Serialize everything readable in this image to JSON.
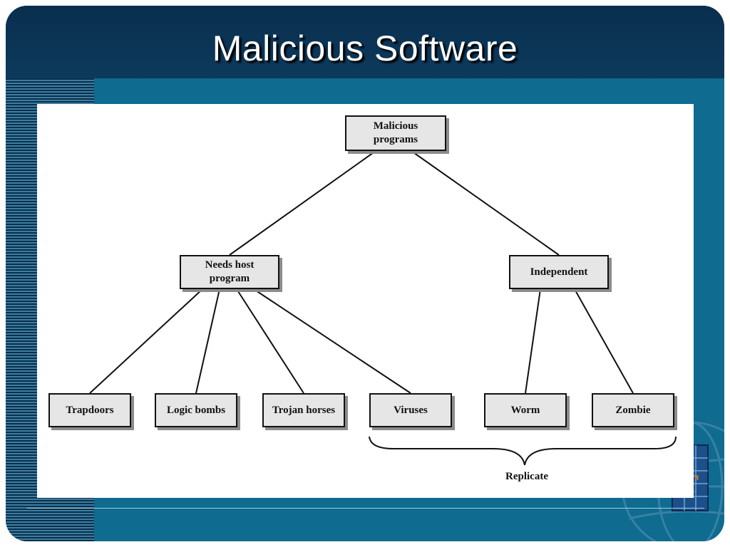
{
  "slide": {
    "title": "Malicious Software",
    "colors": {
      "header": "#0a2e4e",
      "background": "#0f6b8f",
      "stripe_dark": "#0a2f4d",
      "stripe_light": "#3d7ea0",
      "node_fill": "#e6e6e6",
      "logo_letter": "#e07a10"
    },
    "logo_letter": "T"
  },
  "diagram": {
    "root": {
      "label": "Malicious\nprograms"
    },
    "categories": [
      {
        "label": "Needs host\nprogram"
      },
      {
        "label": "Independent"
      }
    ],
    "leaves": [
      {
        "label": "Trapdoors"
      },
      {
        "label": "Logic bombs"
      },
      {
        "label": "Trojan horses"
      },
      {
        "label": "Viruses"
      },
      {
        "label": "Worm"
      },
      {
        "label": "Zombie"
      }
    ],
    "bracket_label": "Replicate",
    "edges": [
      [
        "root",
        "cat0"
      ],
      [
        "root",
        "cat1"
      ],
      [
        "cat0",
        "leaf0"
      ],
      [
        "cat0",
        "leaf1"
      ],
      [
        "cat0",
        "leaf2"
      ],
      [
        "cat0",
        "leaf3"
      ],
      [
        "cat1",
        "leaf4"
      ],
      [
        "cat1",
        "leaf5"
      ]
    ]
  }
}
